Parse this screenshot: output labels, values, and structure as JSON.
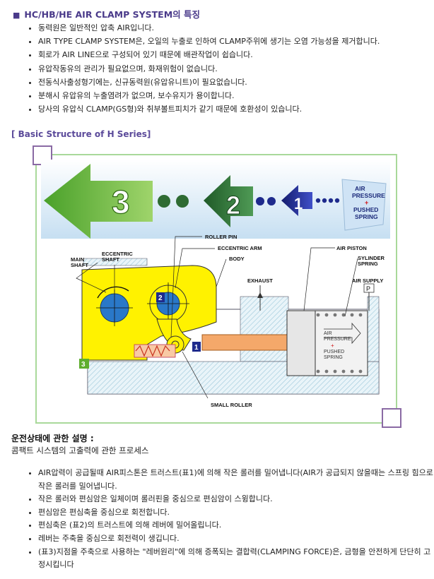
{
  "header": {
    "title": "HC/HB/HE AIR CLAMP SYSTEM의 특징"
  },
  "features": [
    "동력원은 일반적인 압축 AIR입니다.",
    "AIR TYPE CLAMP SYSTEM은, 오일의 누출로 인하여 CLAMP주위에 생기는 오염 가능성을 제거합니다.",
    "회로가 AIR LINE으로 구성되어 있기 때문에 배관작업이 쉽습니다.",
    "유압작동유의 관리가 필요없으며, 화재위험이 없습니다.",
    "전동식사출성형기에는, 신규동력원(유압유니트)이 필요없습니다.",
    "분해시 유압유의 누출염려가 없으며, 보수유지가 용이합니다.",
    "당사의 유압식 CLAMP(GS형)와 취부볼트피치가 같기 때문에 호환성이 있습니다."
  ],
  "basic_structure_title": "[ Basic Structure of H Series]",
  "diagram": {
    "arrow_numbers": [
      "3",
      "2",
      "1"
    ],
    "air_label": [
      "AIR",
      "PRESSURE",
      "+",
      "PUSHED",
      "SPRING"
    ],
    "labels": {
      "roller_pin": "ROLLER PIN",
      "eccentric_arm": "ECCENTRIC ARM",
      "eccentric_shaft_1": "ECCENTRIC",
      "eccentric_shaft_2": "SHAFT",
      "main_shaft_1": "MAIN",
      "main_shaft_2": "SHAFT",
      "body": "BODY",
      "air_piston": "AIR PISTON",
      "cylinder_spring_1": "SYLINDER",
      "cylinder_spring_2": "SPRING",
      "exhaust": "EXHAUST",
      "air_supply": "AIR SUPPLY",
      "small_roller": "SMALL ROLLER",
      "port_p": "P",
      "inner_air": [
        "AIR",
        "PRESSURE",
        "+",
        "PUSHED",
        "SPRING"
      ]
    },
    "markers": [
      "2",
      "1",
      "3"
    ],
    "colors": {
      "green_arrow": "#5fae2e",
      "dark_green_arrow": "#2e6b33",
      "blue_arrow": "#1e2a8c",
      "yellow_body": "#fff200",
      "blue_shaft": "#2a78c8",
      "orange_rod": "#f4a86a",
      "frame_border": "#a9d99a"
    }
  },
  "operation": {
    "title": "운전상태에 관한 설명 :",
    "subtitle": "콤팩트 시스템의 고출력에 관한 프로세스",
    "items": [
      "AIR압력이 공급될때 AIR피스톤은 트러스트(표1)에 의해 작은 롤러를 밀어냅니다(AIR가 공급되지 않을때는 스프링 힘으로 작은 롤러를 밀어냅니다.",
      "작은 롤러와 편심암은 일체이며 롤러핀을 중심으로 편심암이 스윙합니다.",
      "편심암은 편심축을 중심으로 회전합니다.",
      "편심축은 (표2)의 트러스트에 의해 레버에 밀어올립니다.",
      "레버는 주축을 중심으로 회전력이 생깁니다.",
      "(표3)지점을 주축으로 사용하는 \"레버원리\"에 의해 증폭되는 결합력(CLAMPING FORCE)은, 금형을 안전하게 단단히 고정시킵니다"
    ]
  }
}
